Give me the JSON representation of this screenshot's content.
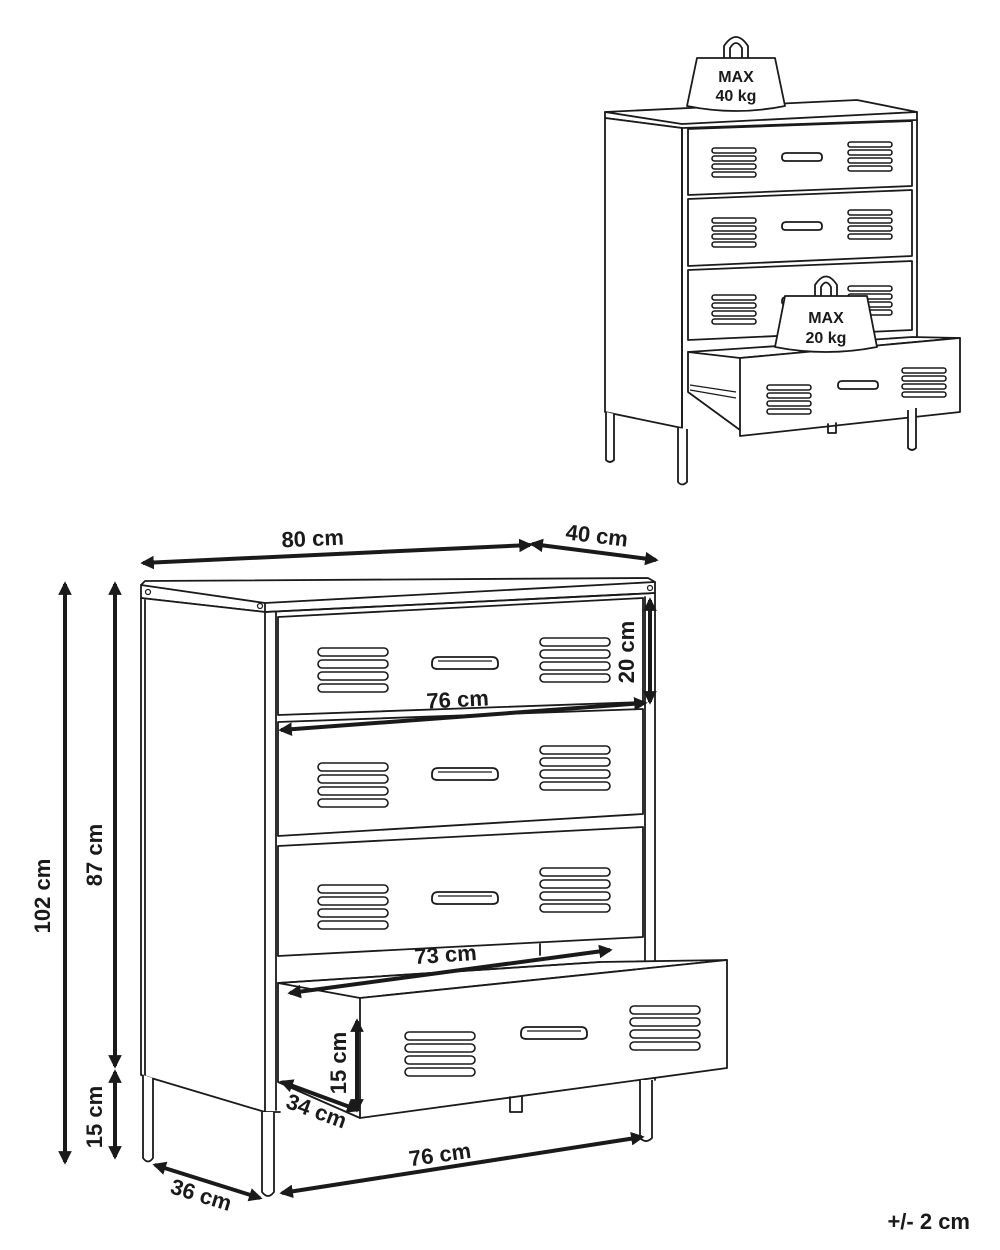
{
  "weights": {
    "top_line1": "MAX",
    "top_line2": "40 kg",
    "drawer_line1": "MAX",
    "drawer_line2": "20 kg"
  },
  "dimensions": {
    "width_total": "80 cm",
    "depth_total": "40 cm",
    "height_total": "102 cm",
    "height_body": "87 cm",
    "height_legs": "15 cm",
    "drawer_height": "20 cm",
    "drawer_inner_width": "76 cm",
    "drawer_box_width": "73 cm",
    "drawer_box_height": "15 cm",
    "drawer_box_depth": "34 cm",
    "base_width": "76 cm",
    "base_depth": "36 cm"
  },
  "tolerance": "+/- 2 cm"
}
